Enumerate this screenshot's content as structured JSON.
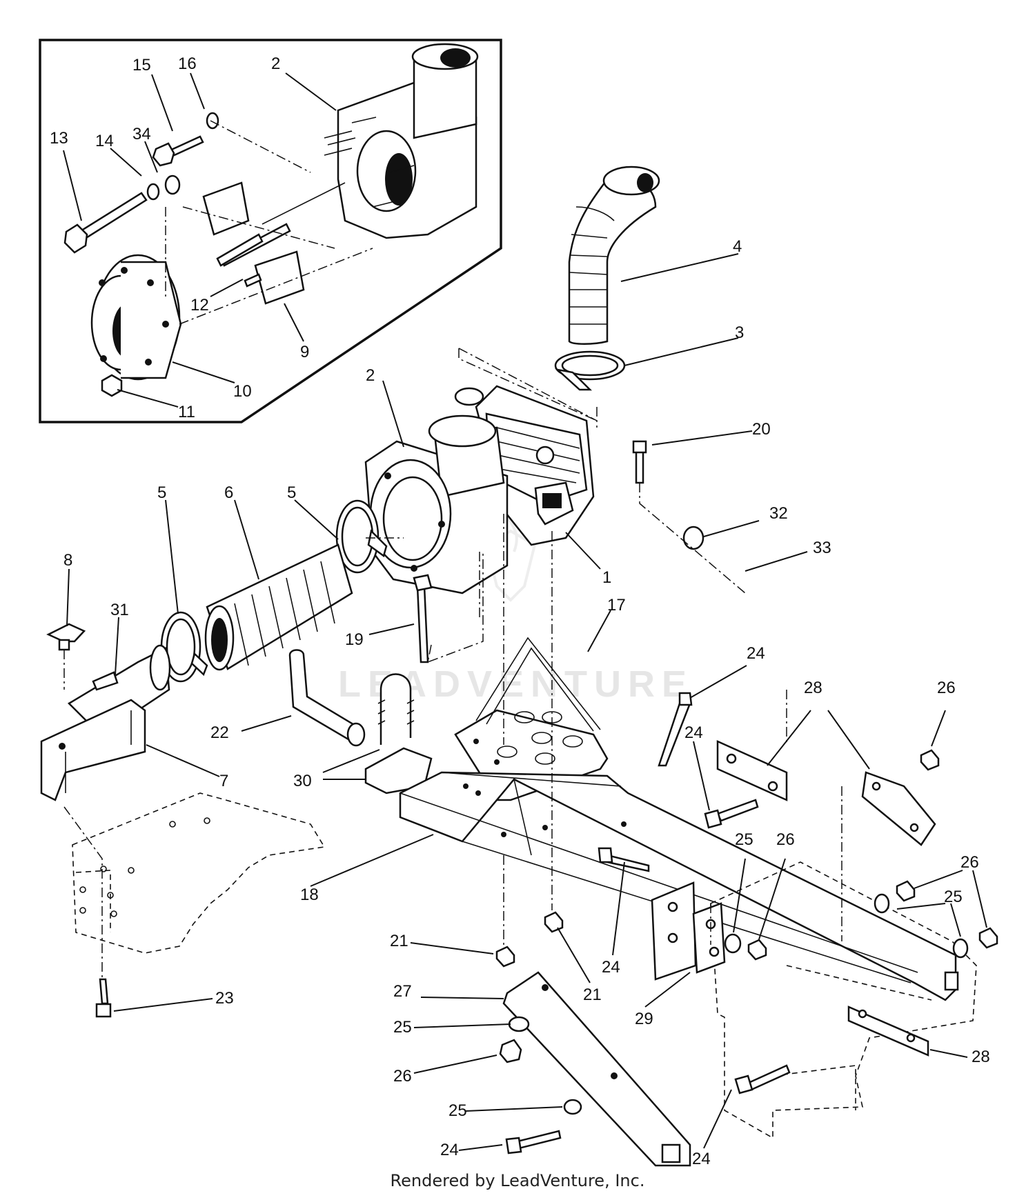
{
  "callouts": [
    {
      "id": "c2-inset",
      "label": "2"
    },
    {
      "id": "c15",
      "label": "15"
    },
    {
      "id": "c16",
      "label": "16"
    },
    {
      "id": "c13",
      "label": "13"
    },
    {
      "id": "c14",
      "label": "14"
    },
    {
      "id": "c34",
      "label": "34"
    },
    {
      "id": "c12",
      "label": "12"
    },
    {
      "id": "c9",
      "label": "9"
    },
    {
      "id": "c10",
      "label": "10"
    },
    {
      "id": "c11",
      "label": "11"
    },
    {
      "id": "c4",
      "label": "4"
    },
    {
      "id": "c3",
      "label": "3"
    },
    {
      "id": "c2-main",
      "label": "2"
    },
    {
      "id": "c20",
      "label": "20"
    },
    {
      "id": "c32",
      "label": "32"
    },
    {
      "id": "c33",
      "label": "33"
    },
    {
      "id": "c1",
      "label": "1"
    },
    {
      "id": "c5-left",
      "label": "5"
    },
    {
      "id": "c6",
      "label": "6"
    },
    {
      "id": "c5-right",
      "label": "5"
    },
    {
      "id": "c8",
      "label": "8"
    },
    {
      "id": "c31",
      "label": "31"
    },
    {
      "id": "c19",
      "label": "19"
    },
    {
      "id": "c17",
      "label": "17"
    },
    {
      "id": "c24-top",
      "label": "24"
    },
    {
      "id": "c28-top",
      "label": "28"
    },
    {
      "id": "c26-top",
      "label": "26"
    },
    {
      "id": "c22",
      "label": "22"
    },
    {
      "id": "c7",
      "label": "7"
    },
    {
      "id": "c30",
      "label": "30"
    },
    {
      "id": "c24-left",
      "label": "24"
    },
    {
      "id": "c25-mid",
      "label": "25"
    },
    {
      "id": "c26-mid",
      "label": "26"
    },
    {
      "id": "c18",
      "label": "18"
    },
    {
      "id": "c26-right",
      "label": "26"
    },
    {
      "id": "c25-right",
      "label": "25"
    },
    {
      "id": "c21-left",
      "label": "21"
    },
    {
      "id": "c24-mid",
      "label": "24"
    },
    {
      "id": "c21-right",
      "label": "21"
    },
    {
      "id": "c23",
      "label": "23"
    },
    {
      "id": "c27",
      "label": "27"
    },
    {
      "id": "c29",
      "label": "29"
    },
    {
      "id": "c25-lower",
      "label": "25"
    },
    {
      "id": "c28-bottom",
      "label": "28"
    },
    {
      "id": "c26-lower",
      "label": "26"
    },
    {
      "id": "c25-bottom",
      "label": "25"
    },
    {
      "id": "c24-bottom-left",
      "label": "24"
    },
    {
      "id": "c24-bottom-right",
      "label": "24"
    }
  ],
  "watermark": "LEADVENTURE",
  "footer": "Rendered by LeadVenture, Inc."
}
